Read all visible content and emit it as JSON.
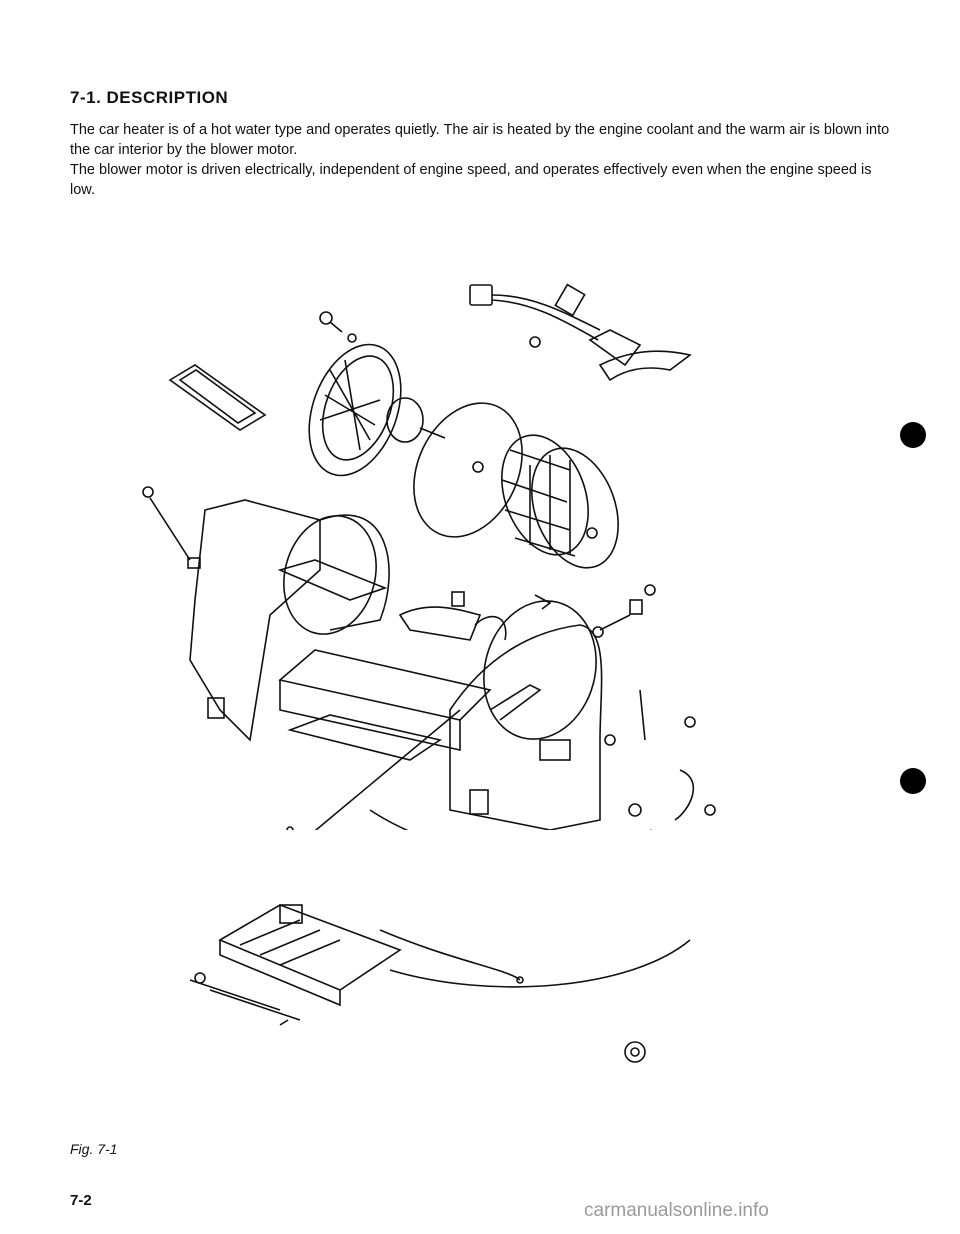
{
  "section": {
    "heading": "7-1. DESCRIPTION",
    "paragraphs": [
      "The car heater is of a hot water type and operates quietly. The air is heated by the engine coolant and the warm air is blown into the car interior by the blower motor.",
      "The blower motor is driven electrically, independent of engine speed, and operates effectively even when the engine speed is low."
    ]
  },
  "figure": {
    "caption": "Fig. 7-1"
  },
  "footer": {
    "page_number": "7-2",
    "watermark": "carmanualsonline.info"
  }
}
